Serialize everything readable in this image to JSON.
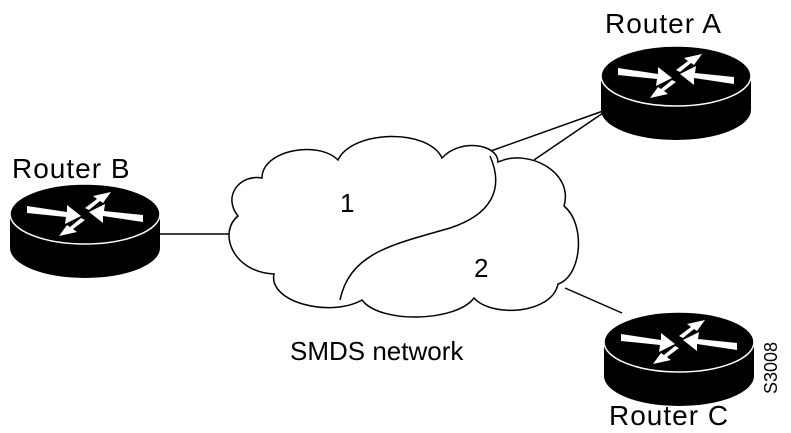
{
  "routers": {
    "a": {
      "label": "Router A"
    },
    "b": {
      "label": "Router B"
    },
    "c": {
      "label": "Router C"
    }
  },
  "network": {
    "label": "SMDS network",
    "segment_1": "1",
    "segment_2": "2"
  },
  "figure_id": "S3008",
  "colors": {
    "line": "#000000",
    "router_body": "#000000",
    "arrow": "#ffffff",
    "background": "#ffffff"
  }
}
